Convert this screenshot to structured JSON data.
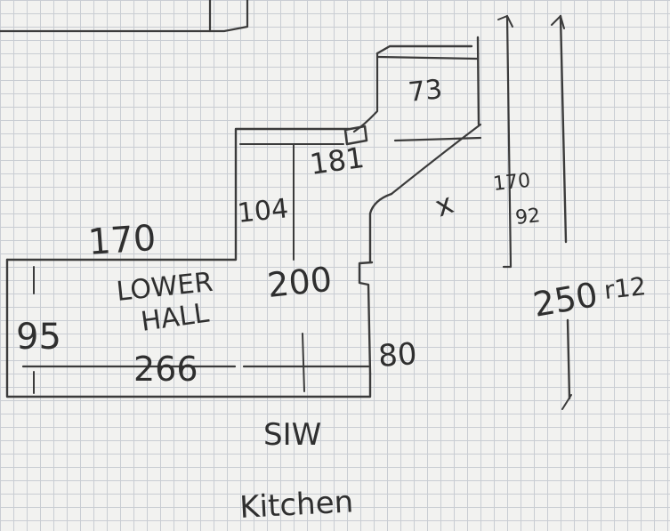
{
  "labels": {
    "top_width": "170",
    "wall_left": "104",
    "top_right_dim": "73",
    "notch_dim": "181",
    "room_name_line1": "LOWER",
    "room_name_line2": "HALL",
    "left_height": "95",
    "middle_height": "200",
    "bottom_width": "266",
    "right_dim": "80",
    "below_room": "SIW",
    "kitchen": "Kitchen",
    "diag_mark": "x",
    "right_height_top": "170",
    "right_height_suffix": "92",
    "total_height": "250",
    "total_height_suffix": "r12"
  }
}
